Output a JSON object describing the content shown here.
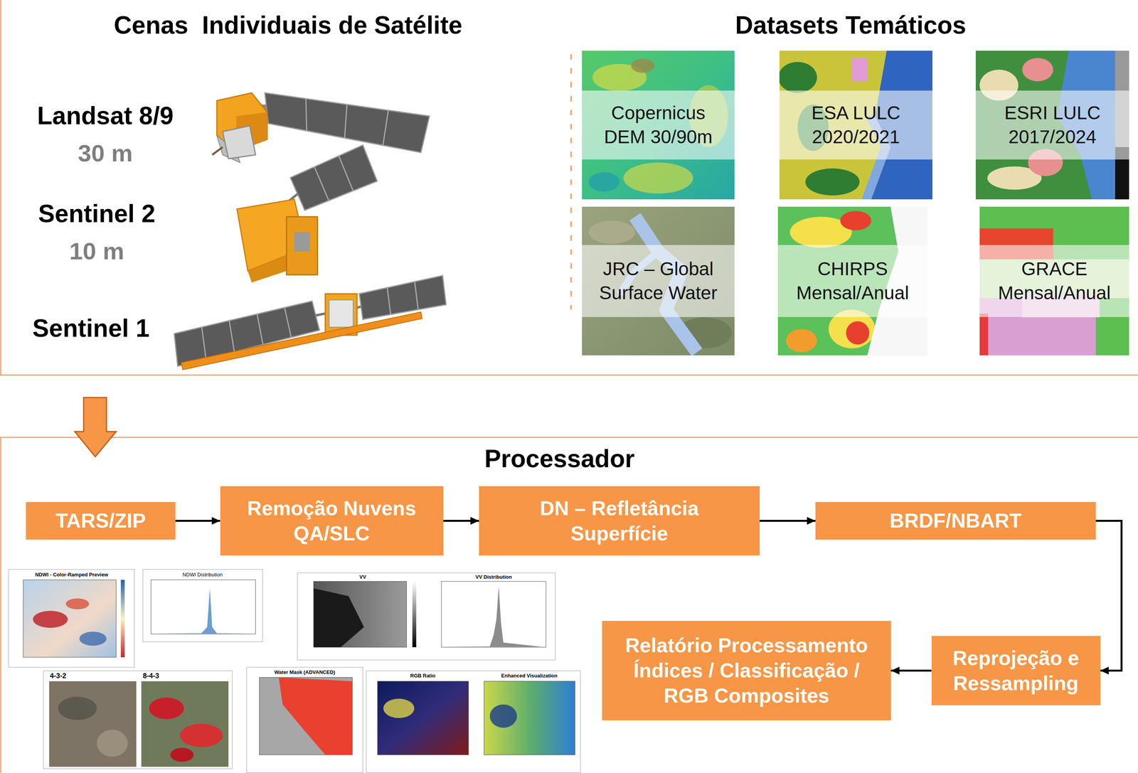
{
  "diagram": {
    "nodes": [
      {
        "text": [
          "Copernicus DEM 30/90m"
        ]
      },
      {
        "text": [
          "ESA LULC 2020/2021"
        ]
      },
      {
        "text": [
          "ESRI LULC 2017/2024"
        ]
      },
      {
        "text": [
          "JRC – Global Surface Water"
        ]
      },
      {
        "text": [
          "CHIRPS Mensal/Anual"
        ]
      },
      {
        "text": [
          "GRACE Mensal/Anual"
        ]
      },
      {
        "text": [
          "TARS/ZIP"
        ]
      },
      {
        "text": [
          "Remoção Nuvens QA/SLC"
        ]
      },
      {
        "text": [
          "DN – Refletância Superfície"
        ]
      },
      {
        "text": [
          "BRDF/NBART"
        ]
      },
      {
        "text": [
          "Relatório Processamento Índices / Classificação / RGB Composites"
        ]
      },
      {
        "text": [
          "Reprojeção e Ressampling"
        ]
      }
    ],
    "edges": [
      {
        "from": 6,
        "to": 7,
        "arrow": "to"
      },
      {
        "from": 7,
        "to": 8,
        "arrow": "to"
      },
      {
        "from": 8,
        "to": 9,
        "arrow": "to"
      },
      {
        "from": 9,
        "to": 11,
        "arrow": "to"
      },
      {
        "from": 11,
        "to": 10,
        "arrow": "to"
      }
    ],
    "labels": [
      "Cenas  Individuais de Satélite",
      "Datasets Temáticos",
      "Landsat 8/9",
      "30 m",
      "Sentinel 2",
      "10 m",
      "Sentinel 1",
      "Processador",
      "NDWI - Color-Ramped Preview",
      "NDWI Distribution",
      "VV",
      "VV Distribution",
      "4-3-2",
      "8-4-3",
      "Water Mask (ADVANCED)",
      "RGB Ratio",
      "Enhanced Visualization"
    ]
  }
}
